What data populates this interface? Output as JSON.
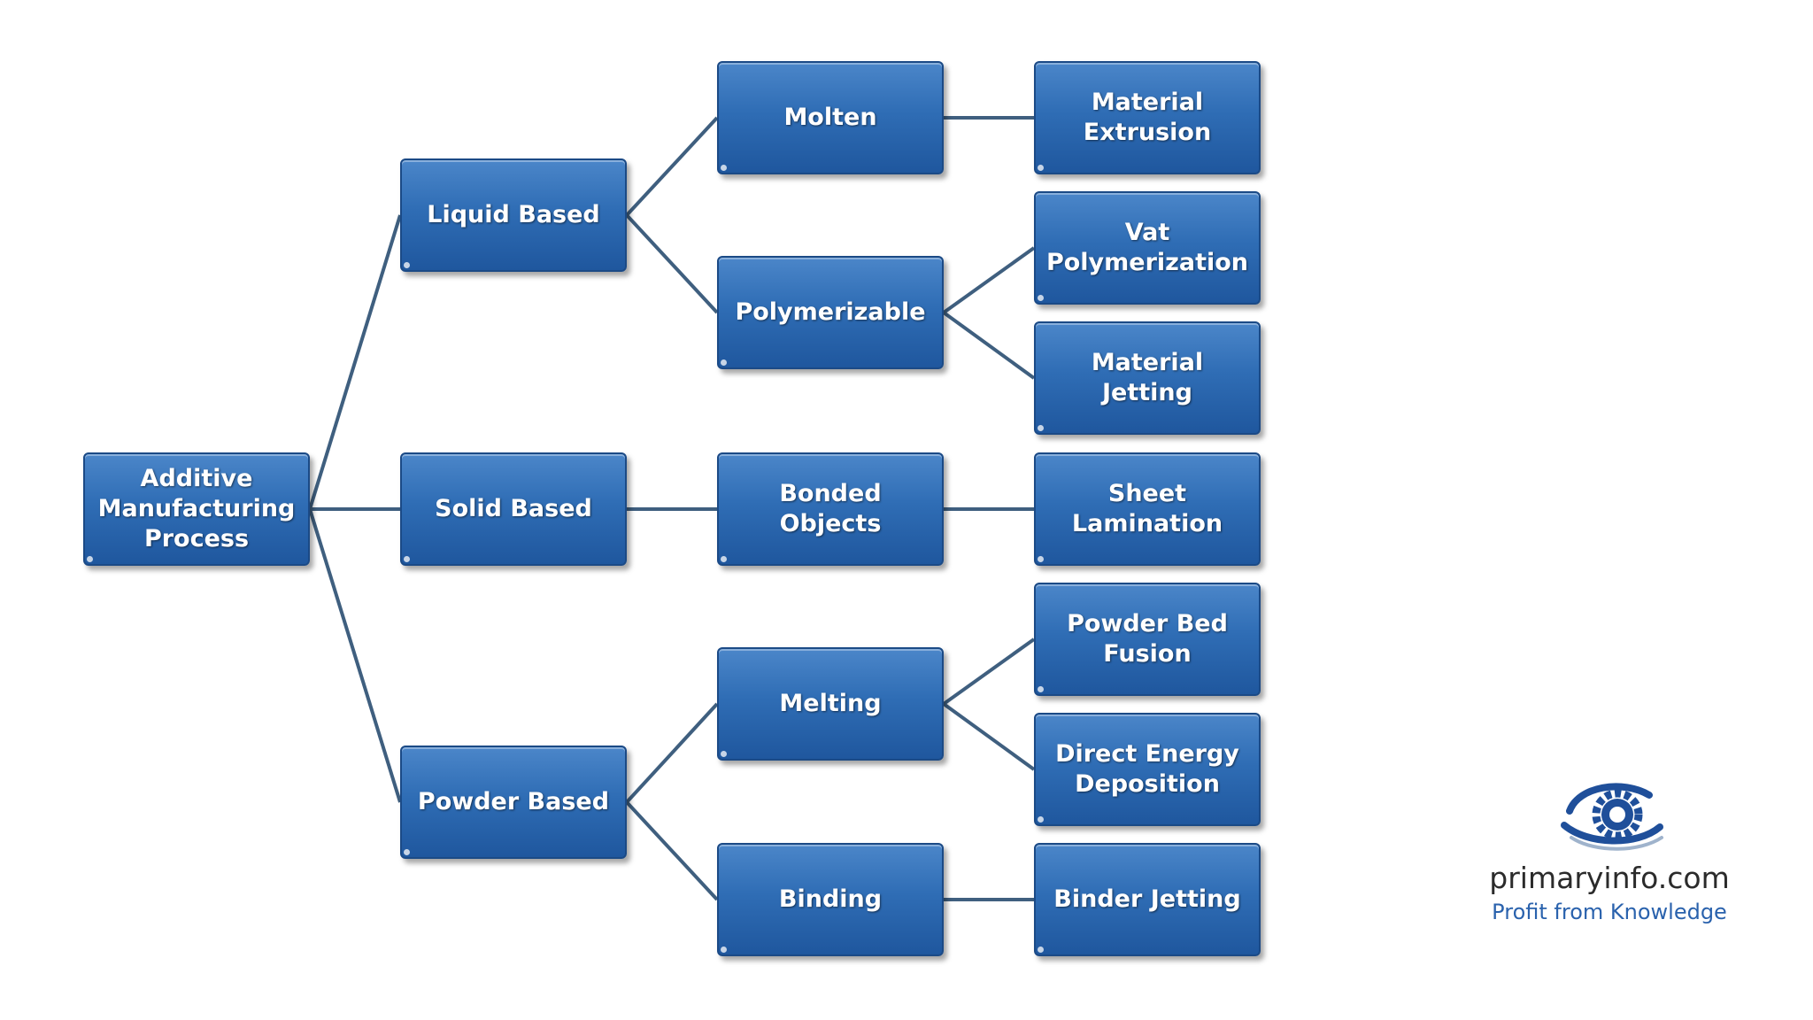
{
  "diagram": {
    "nodes": {
      "root": "Additive\nManufacturing\nProcess",
      "liquid": "Liquid Based",
      "solid": "Solid Based",
      "powder": "Powder Based",
      "molten": "Molten",
      "polymerizable": "Polymerizable",
      "bonded": "Bonded Objects",
      "melting": "Melting",
      "binding": "Binding",
      "extrusion": "Material\nExtrusion",
      "vat": "Vat\nPolymerization",
      "jetting": "Material Jetting",
      "sheet": "Sheet Lamination",
      "pbf": "Powder Bed\nFusion",
      "ded": "Direct Energy\nDeposition",
      "binderjet": "Binder Jetting"
    },
    "edges": [
      [
        "root",
        "liquid"
      ],
      [
        "root",
        "solid"
      ],
      [
        "root",
        "powder"
      ],
      [
        "liquid",
        "molten"
      ],
      [
        "liquid",
        "polymerizable"
      ],
      [
        "solid",
        "bonded"
      ],
      [
        "powder",
        "melting"
      ],
      [
        "powder",
        "binding"
      ],
      [
        "molten",
        "extrusion"
      ],
      [
        "polymerizable",
        "vat"
      ],
      [
        "polymerizable",
        "jetting"
      ],
      [
        "bonded",
        "sheet"
      ],
      [
        "melting",
        "pbf"
      ],
      [
        "melting",
        "ded"
      ],
      [
        "binding",
        "binderjet"
      ]
    ],
    "colors": {
      "node": "#2f6db5",
      "edge": "#3f5f7f"
    }
  },
  "logo": {
    "name": "primaryinfo.com",
    "tagline": "Profit from Knowledge",
    "icon": "gear-globe-icon"
  }
}
